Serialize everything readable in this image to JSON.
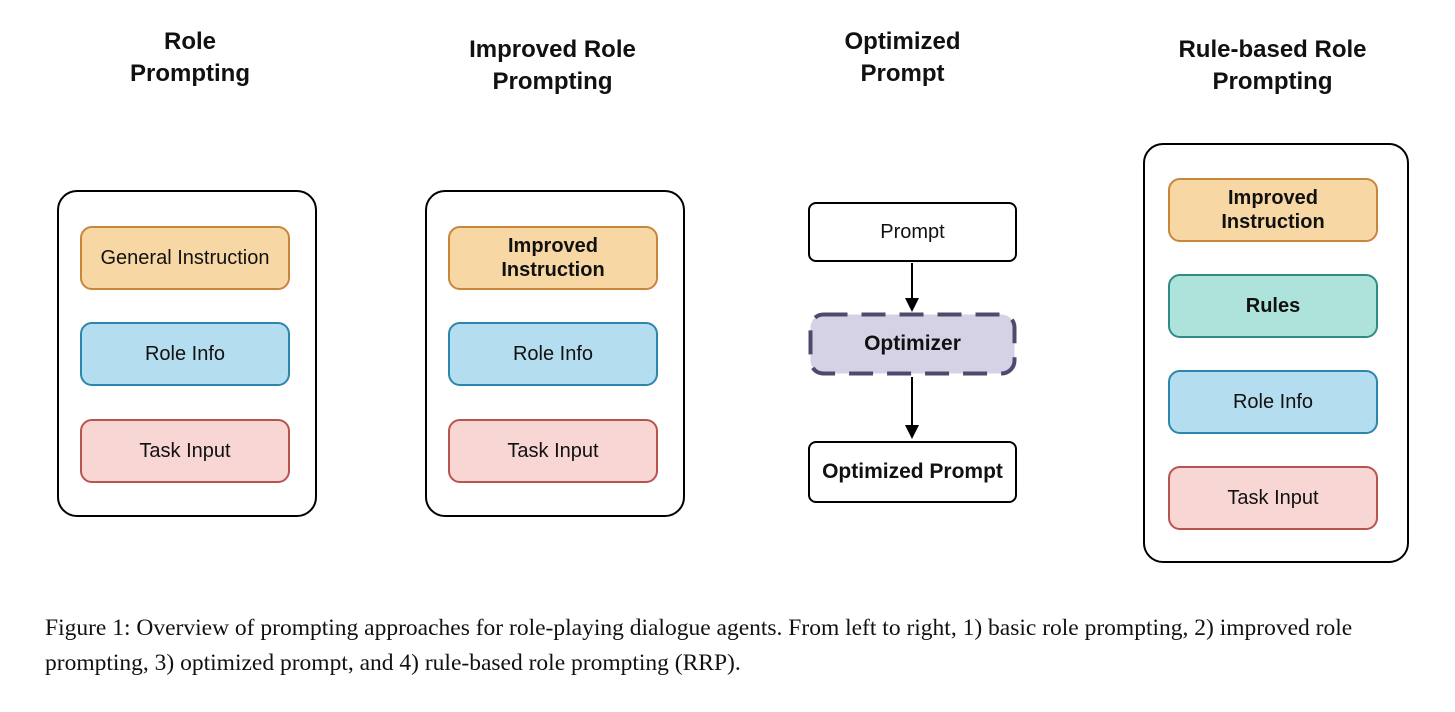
{
  "palette": {
    "orange": {
      "fill": "#F7D8A5",
      "stroke": "#C8863B"
    },
    "blue": {
      "fill": "#B4DDF0",
      "stroke": "#2B86AD"
    },
    "pink": {
      "fill": "#F8D6D3",
      "stroke": "#B85450"
    },
    "teal": {
      "fill": "#AEE3DB",
      "stroke": "#2F8C85"
    },
    "purple": {
      "fill": "#D5D2E6",
      "stroke": "#50496E"
    },
    "plain": {
      "fill": "#FFFFFF",
      "stroke": "#000000"
    }
  },
  "columns": [
    {
      "title": "Role\nPrompting",
      "boxes": [
        {
          "label": "General Instruction",
          "color": "orange"
        },
        {
          "label": "Role Info",
          "color": "blue"
        },
        {
          "label": "Task Input",
          "color": "pink"
        }
      ]
    },
    {
      "title": "Improved Role\nPrompting",
      "boxes": [
        {
          "label": "Improved\nInstruction",
          "color": "orange"
        },
        {
          "label": "Role Info",
          "color": "blue"
        },
        {
          "label": "Task Input",
          "color": "pink"
        }
      ]
    },
    {
      "title": "Optimized\nPrompt",
      "flow": {
        "input": "Prompt",
        "process": "Optimizer",
        "output": "Optimized Prompt"
      }
    },
    {
      "title": "Rule-based Role\nPrompting",
      "boxes": [
        {
          "label": "Improved\nInstruction",
          "color": "orange"
        },
        {
          "label": "Rules",
          "color": "teal"
        },
        {
          "label": "Role Info",
          "color": "blue"
        },
        {
          "label": "Task Input",
          "color": "pink"
        }
      ]
    }
  ],
  "caption": "Figure 1: Overview of prompting approaches for role-playing dialogue agents. From left to right, 1) basic role prompting, 2) improved role prompting, 3) optimized prompt, and 4) rule-based role prompting (RRP)."
}
